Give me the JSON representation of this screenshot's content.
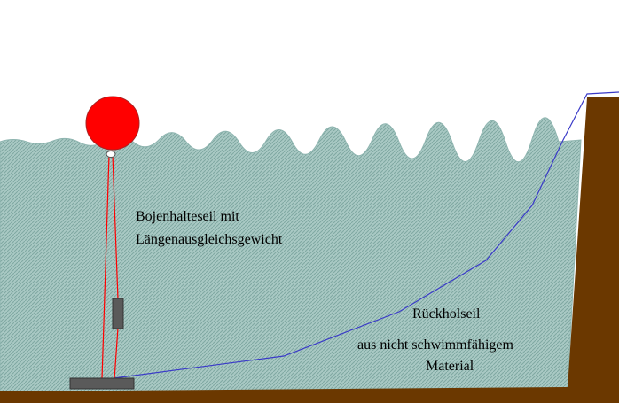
{
  "labels": {
    "buoy_rope_line1": "Bojenhalteseil mit",
    "buoy_rope_line2": "Längenausgleichsgewicht",
    "return_rope": "Rückholseil",
    "material_line1": "aus nicht schwimmfähigem",
    "material_line2": "Material"
  },
  "colors": {
    "water": "#a9c9c4",
    "water_hatch": "#7fa8a2",
    "ground": "#6b3800",
    "buoy": "#ff0000",
    "buoy_rope": "#ff0000",
    "return_rope": "#3a3ac8",
    "anchor": "#5a5a5a",
    "weight": "#5a5a5a"
  },
  "icons": {
    "buoy": "red-sphere",
    "weight": "grey-block",
    "anchor": "grey-slab"
  }
}
